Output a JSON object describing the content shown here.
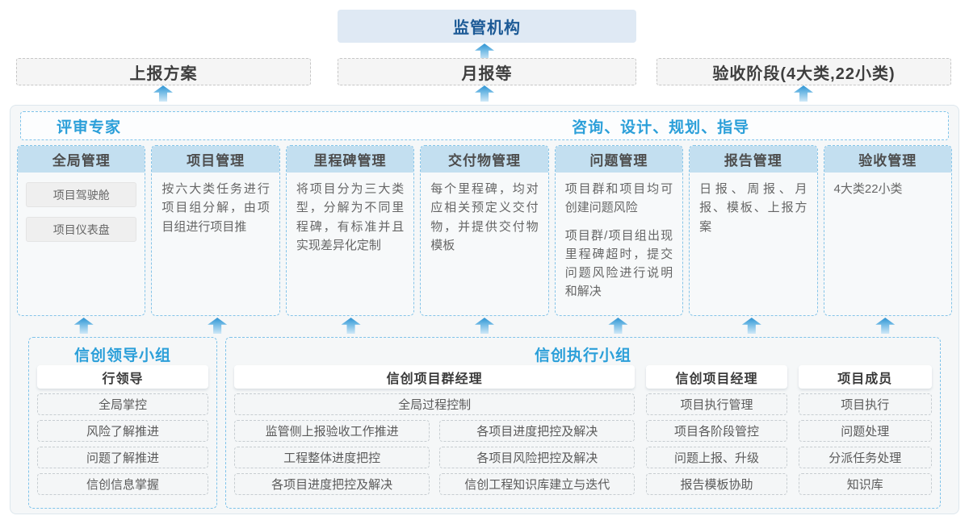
{
  "top": {
    "regulator": "监管机构"
  },
  "outputs": [
    "上报方案",
    "月报等",
    "验收阶段(4大类,22小类)"
  ],
  "experts": {
    "left": "评审专家",
    "right": "咨询、设计、规划、指导"
  },
  "columns": [
    {
      "title": "全局管理",
      "pills": [
        "项目驾驶舱",
        "项目仪表盘"
      ]
    },
    {
      "title": "项目管理",
      "paragraphs": [
        "按六大类任务进行项目组分解，由项目组进行项目推"
      ]
    },
    {
      "title": "里程碑管理",
      "paragraphs": [
        "将项目分为三大类型，分解为不同里程碑，有标准并且实现差异化定制"
      ]
    },
    {
      "title": "交付物管理",
      "paragraphs": [
        "每个里程碑，均对应相关预定义交付物，并提供交付物模板"
      ]
    },
    {
      "title": "问题管理",
      "paragraphs": [
        "项目群和项目均可创建问题风险",
        "项目群/项目组出现里程碑超时，提交问题风险进行说明和解决"
      ]
    },
    {
      "title": "报告管理",
      "paragraphs": [
        "日报、周报、月报、模板、上报方案"
      ]
    },
    {
      "title": "验收管理",
      "paragraphs": [
        "4大类22小类"
      ]
    }
  ],
  "groups": {
    "leader": {
      "title": "信创领导小组",
      "role": "行领导",
      "items": [
        "全局掌控",
        "风险了解推进",
        "问题了解推进",
        "信创信息掌握"
      ]
    },
    "executor": {
      "title": "信创执行小组",
      "program_manager": {
        "role": "信创项目群经理",
        "full_item": "全局过程控制",
        "col1": [
          "监管侧上报验收工作推进",
          "工程整体进度把控",
          "各项目进度把控及解决"
        ],
        "col2": [
          "各项目进度把控及解决",
          "各项目风险把控及解决",
          "信创工程知识库建立与迭代"
        ]
      },
      "project_manager": {
        "role": "信创项目经理",
        "items": [
          "项目执行管理",
          "项目各阶段管控",
          "问题上报、升级",
          "报告模板协助"
        ]
      },
      "member": {
        "role": "项目成员",
        "items": [
          "项目执行",
          "问题处理",
          "分派任务处理",
          "知识库"
        ]
      }
    }
  },
  "colors": {
    "accent_blue": "#2b9fd9",
    "dark_blue_text": "#1c5a96",
    "regulator_bg": "#dfe9f4",
    "column_header_bg": "#c3dff0",
    "dashed_blue_border": "#7fc3ea",
    "container_bg": "#f5f7f8",
    "arrow_gradient_top": "#2d93d3",
    "arrow_gradient_bottom": "#cfe8f7"
  }
}
